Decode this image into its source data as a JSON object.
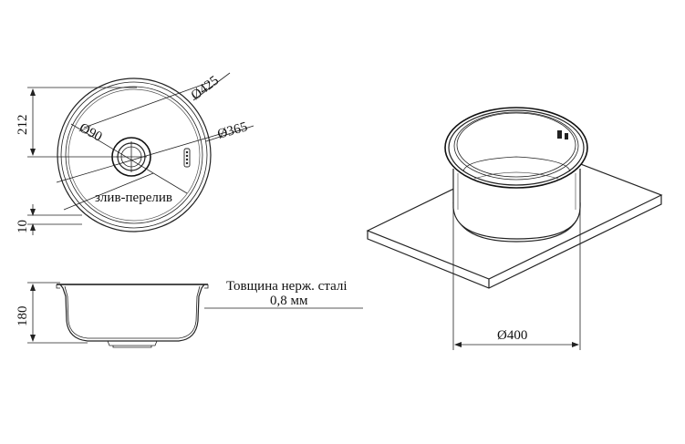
{
  "top_view": {
    "dim_height_total": "212",
    "dim_rim": "10",
    "dim_outer_diameter": "Ø425",
    "dim_bowl_diameter": "Ø365",
    "dim_drain_diameter": "Ø90",
    "overflow_label": "злив-перелив"
  },
  "section_view": {
    "dim_depth": "180",
    "note_line1": "Товщина нерж. сталі",
    "note_line2": "0,8 мм"
  },
  "iso_view": {
    "dim_cutout_diameter": "Ø400"
  }
}
